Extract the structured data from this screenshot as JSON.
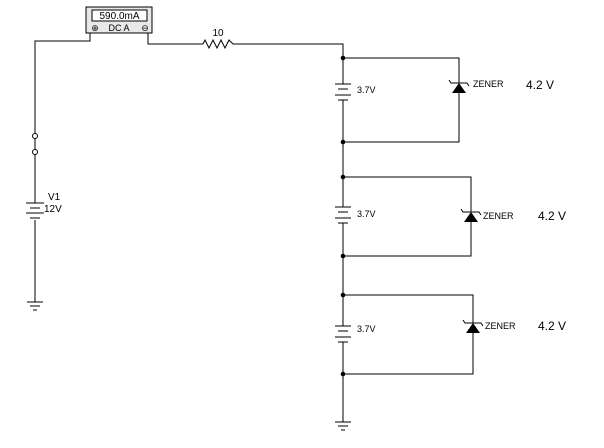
{
  "ammeter": {
    "reading": "590.0mA",
    "mode": "DC A",
    "plus_symbol": "⊕",
    "minus_symbol": "⊖"
  },
  "resistor": {
    "value": "10"
  },
  "source": {
    "name": "V1",
    "voltage": "12V"
  },
  "cells": [
    {
      "battery_label": "3.7V",
      "zener_label": "ZENER",
      "voltage_label": "4.2 V"
    },
    {
      "battery_label": "3.7V",
      "zener_label": "ZENER",
      "voltage_label": "4.2 V"
    },
    {
      "battery_label": "3.7V",
      "zener_label": "ZENER",
      "voltage_label": "4.2 V"
    }
  ]
}
